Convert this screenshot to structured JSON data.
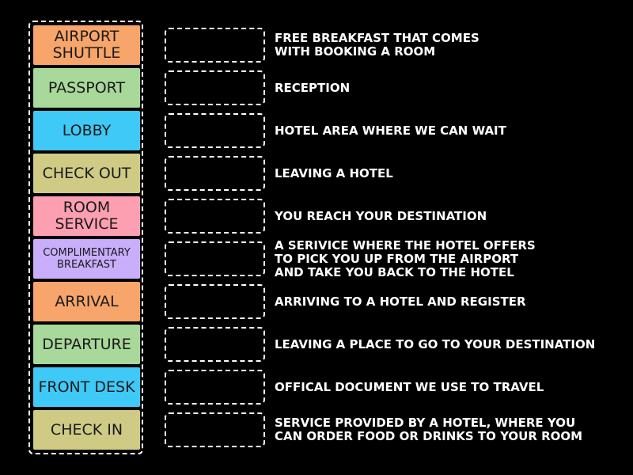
{
  "tiles": [
    {
      "label": "AIRPORT SHUTTLE",
      "color": "#f7a56a"
    },
    {
      "label": "PASSPORT",
      "color": "#a8d89a"
    },
    {
      "label": "LOBBY",
      "color": "#3fc9f7"
    },
    {
      "label": "CHECK OUT",
      "color": "#cfcb85"
    },
    {
      "label": "ROOM SERVICE",
      "color": "#fb9fb1"
    },
    {
      "label": "COMPLIMENTARY BREAKFAST",
      "color": "#c9aefc"
    },
    {
      "label": "ARRIVAL",
      "color": "#f7a56a"
    },
    {
      "label": "DEPARTURE",
      "color": "#a8d89a"
    },
    {
      "label": "FRONT DESK",
      "color": "#3fc9f7"
    },
    {
      "label": "CHECK IN",
      "color": "#cfcb85"
    }
  ],
  "definitions": [
    "FREE BREAKFAST THAT COMES\nWITH BOOKING A ROOM",
    "RECEPTION",
    "HOTEL AREA WHERE WE CAN WAIT",
    "LEAVING A HOTEL",
    "YOU REACH YOUR DESTINATION",
    "A SERIVICE WHERE THE HOTEL OFFERS\nTO PICK YOU UP FROM THE AIRPORT\nAND TAKE YOU BACK TO THE HOTEL",
    "ARRIVING TO A HOTEL AND REGISTER",
    "LEAVING A PLACE TO GO TO YOUR DESTINATION",
    "OFFICAL DOCUMENT WE USE TO TRAVEL",
    "SERVICE PROVIDED BY A HOTEL, WHERE YOU\nCAN ORDER FOOD OR DRINKS TO YOUR ROOM"
  ]
}
